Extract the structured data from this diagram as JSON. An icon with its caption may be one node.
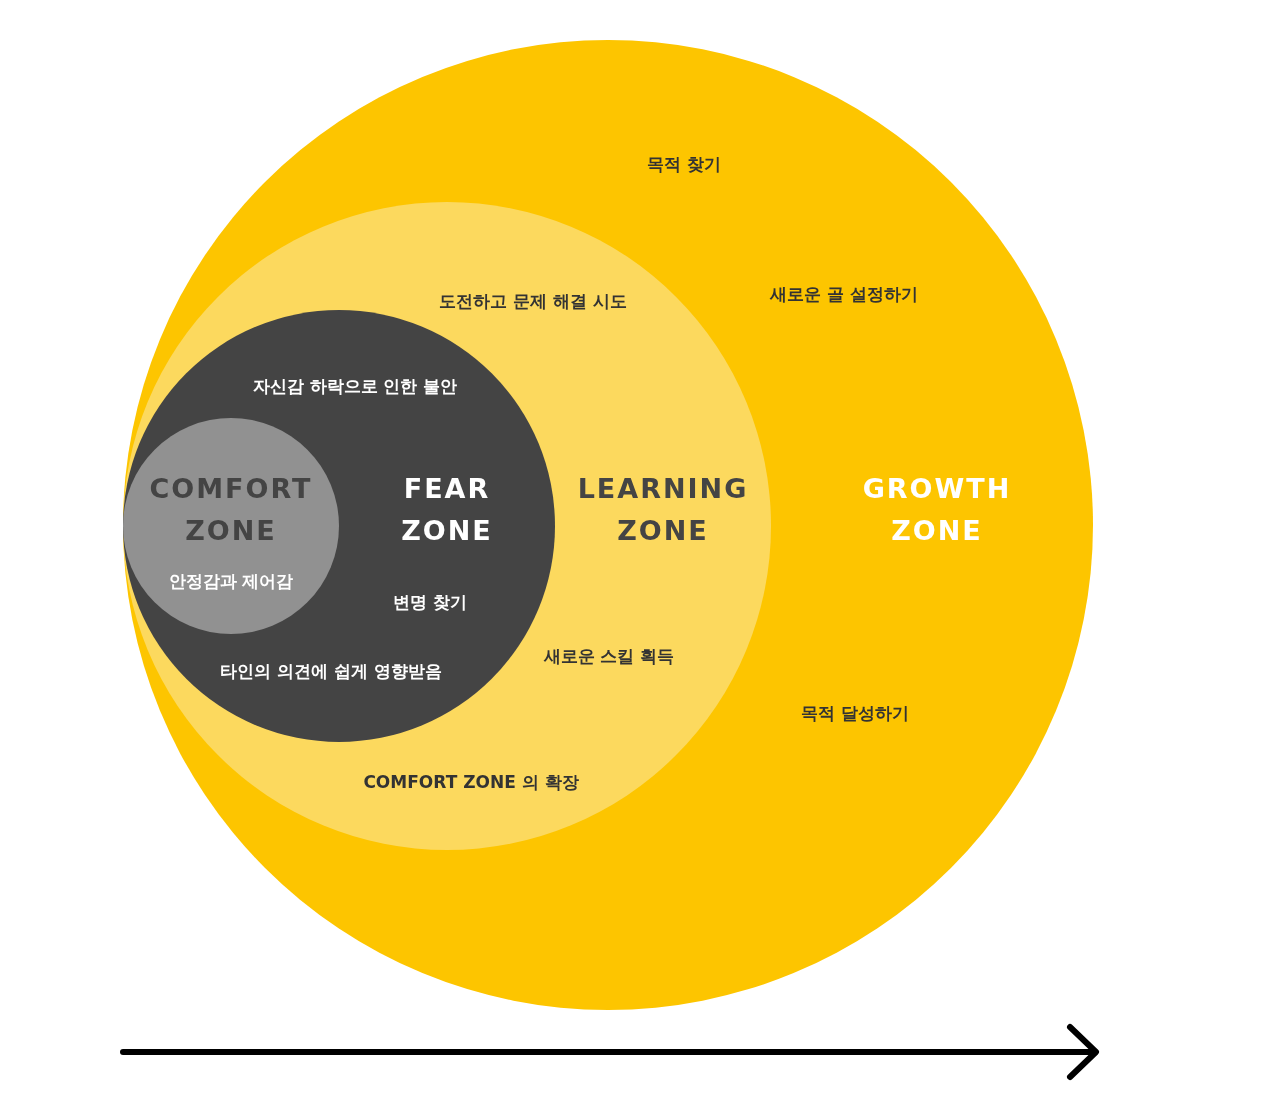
{
  "diagram": {
    "nodes": [
      {
        "text": [
          "목적 찾기",
          "새로운 골 설정하기",
          "GROWTH ZONE",
          "목적 달성하기"
        ]
      },
      {
        "text": [
          "도전하고 문제 해결 시도",
          "LEARNING ZONE",
          "새로운 스킬 획득",
          "COMFORT ZONE 의 확장"
        ],
        "in": 0
      },
      {
        "text": [
          "자신감 하락으로 인한 불안",
          "FEAR ZONE",
          "변명 찾기",
          "타인의 의견에 쉽게 영향받음"
        ],
        "in": 1
      },
      {
        "text": [
          "COMFORT ZONE",
          "안정감과 제어감"
        ],
        "in": 2
      }
    ]
  }
}
